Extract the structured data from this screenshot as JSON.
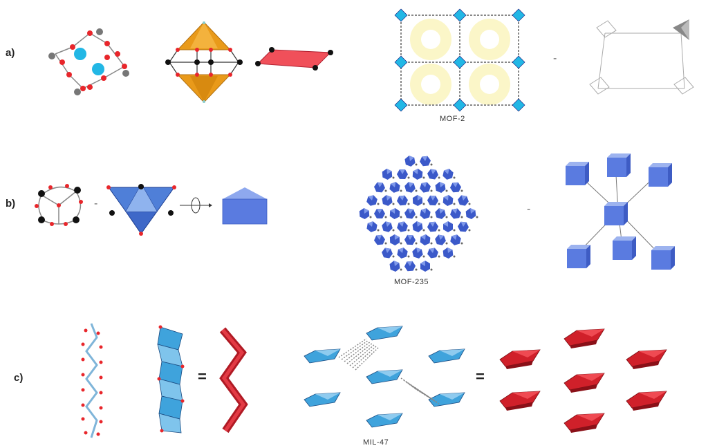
{
  "panels": [
    {
      "label": "a)",
      "caption": "MOF-2"
    },
    {
      "label": "b)",
      "caption": "MOF-235"
    },
    {
      "label": "c)",
      "caption": "MIL-47"
    }
  ],
  "operators": {
    "equals": "=",
    "dash": "-"
  },
  "colors": {
    "oxygen": "#e8262b",
    "carbon": "#1a1a1a",
    "zinc": "#22b7e5",
    "octahedron_orange": "#e99a1a",
    "paddlewheel_red": "#f0505a",
    "pore_yellow": "#fbf6c8",
    "sbu_blue": "#5a7be0",
    "chain_blue": "#3fa3dc",
    "mil_red": "#d0202a"
  }
}
